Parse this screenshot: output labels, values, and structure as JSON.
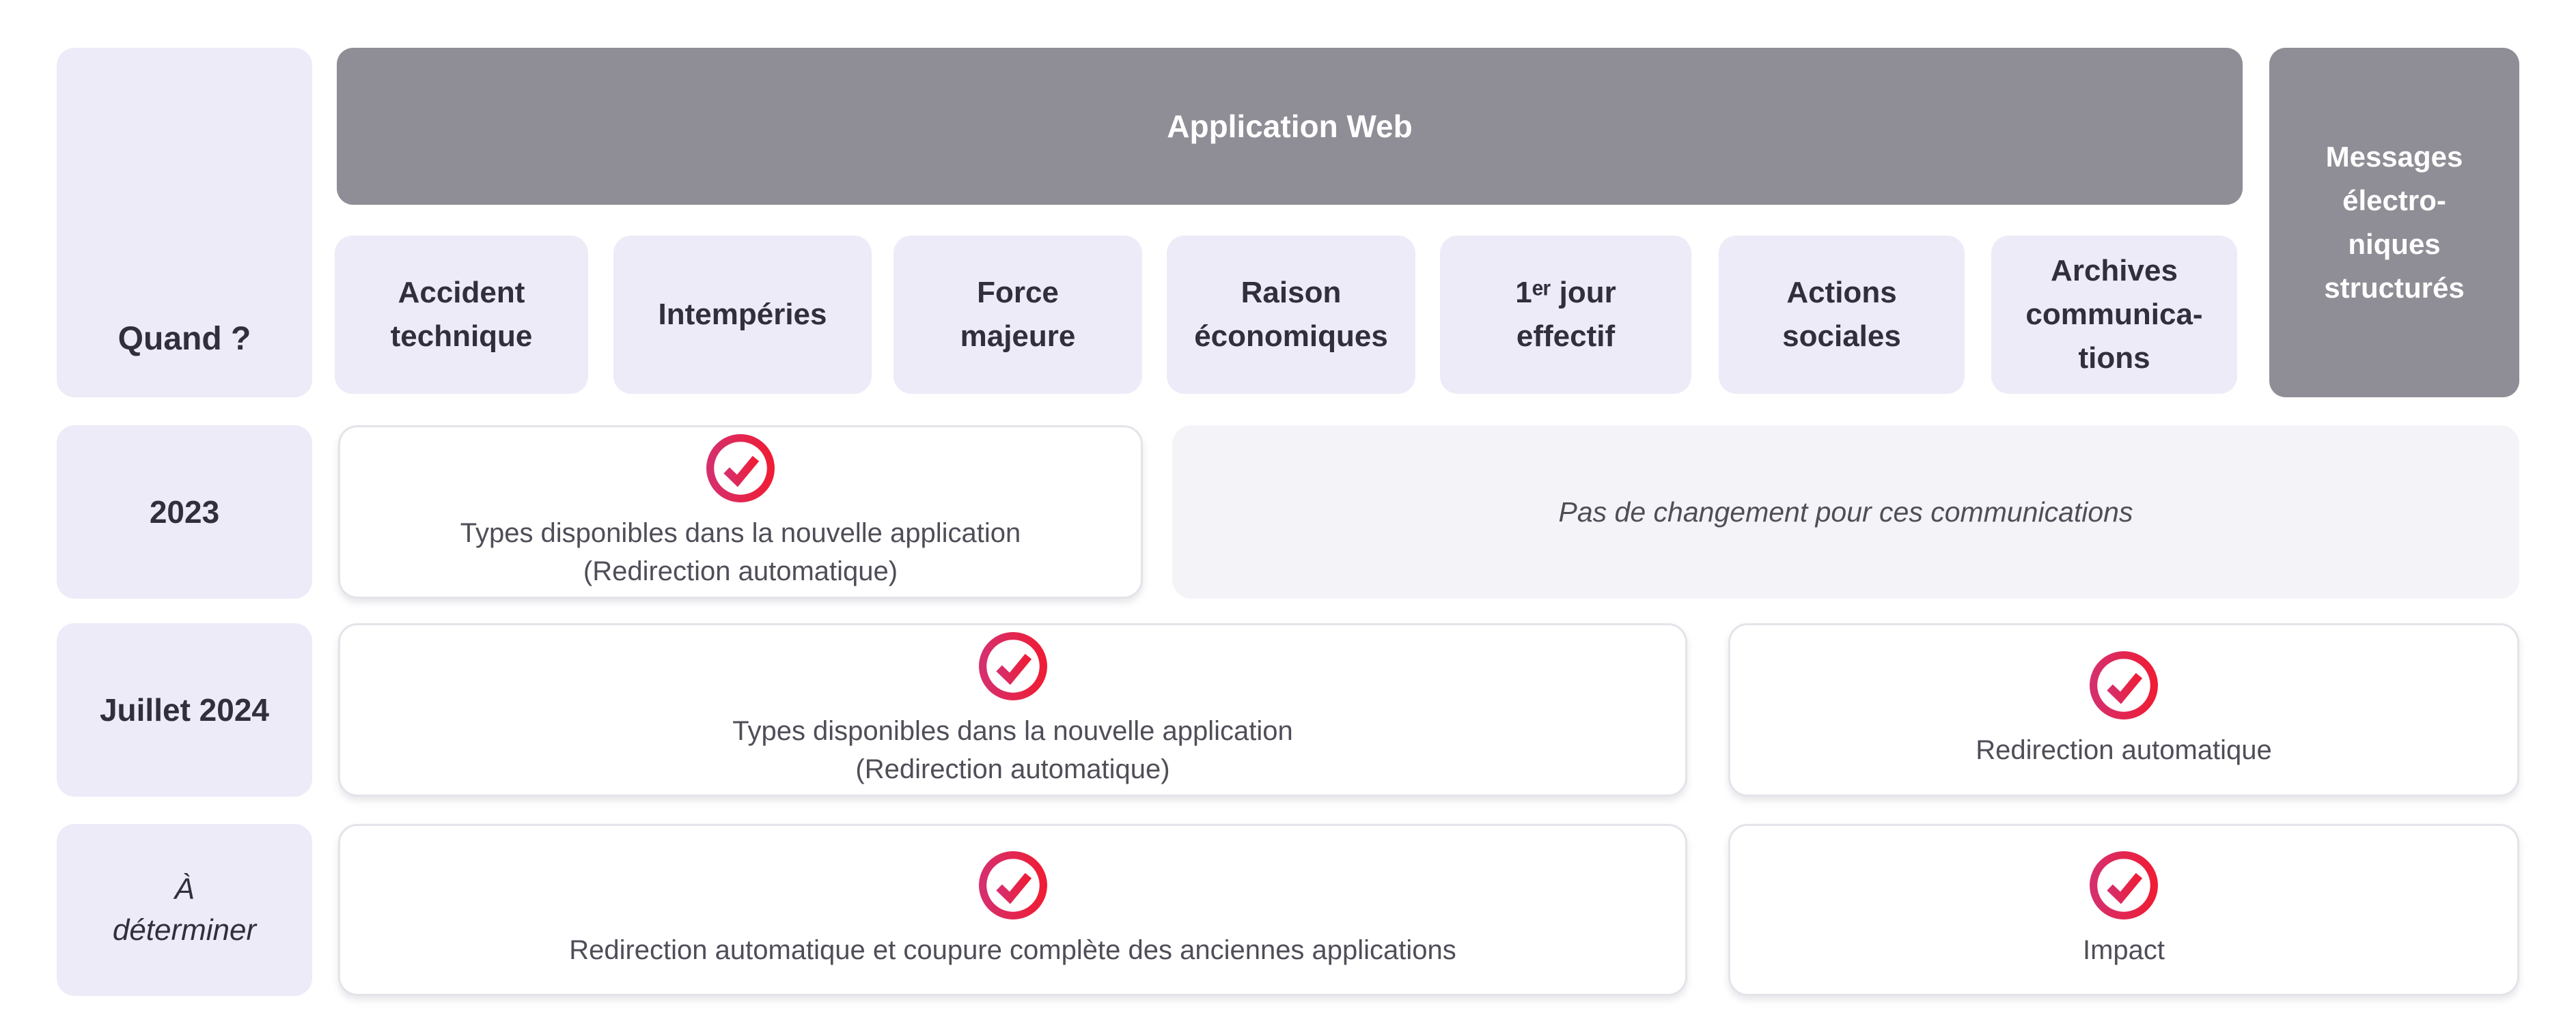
{
  "colors": {
    "lavender_chip": "#EDEBF8",
    "gray_bar": "#8F8D95",
    "light_panel": "#F4F3F8",
    "cell_border": "#E4E3E9",
    "dark_text": "#312F3C",
    "body_text": "#4F4E58",
    "check_gradient_start": "#D62F6D",
    "check_gradient_end": "#EF1D35"
  },
  "header": {
    "app_bar": "Application Web",
    "messages_box": "Messages\nélectro-\nniques\nstructurés",
    "columns": [
      {
        "label": "Accident\ntechnique"
      },
      {
        "label": "Intempéries"
      },
      {
        "label": "Force\nmajeure"
      },
      {
        "label": "Raison\néconomiques"
      },
      {
        "label": "1ᵉʳ jour\neffectif"
      },
      {
        "label": "Actions\nsociales"
      },
      {
        "label": "Archives\ncommunica-\ntions"
      }
    ]
  },
  "rows": [
    {
      "label": "Quand ?"
    },
    {
      "label": "2023",
      "cell_main": {
        "icon": "check-circle",
        "text": "Types disponibles dans la nouvelle application\n(Redirection automatique)"
      },
      "cell_side": {
        "icon": "none",
        "text": "Pas de changement pour ces communications"
      }
    },
    {
      "label": "Juillet 2024",
      "cell_main": {
        "icon": "check-circle",
        "text": "Types disponibles dans la nouvelle application\n(Redirection automatique)"
      },
      "cell_side": {
        "icon": "check-circle",
        "text": "Redirection automatique"
      }
    },
    {
      "label": "À\ndéterminer",
      "cell_main": {
        "icon": "check-circle",
        "text": "Redirection automatique et coupure complète des anciennes applications"
      },
      "cell_side": {
        "icon": "check-circle",
        "text": "Impact"
      }
    }
  ]
}
